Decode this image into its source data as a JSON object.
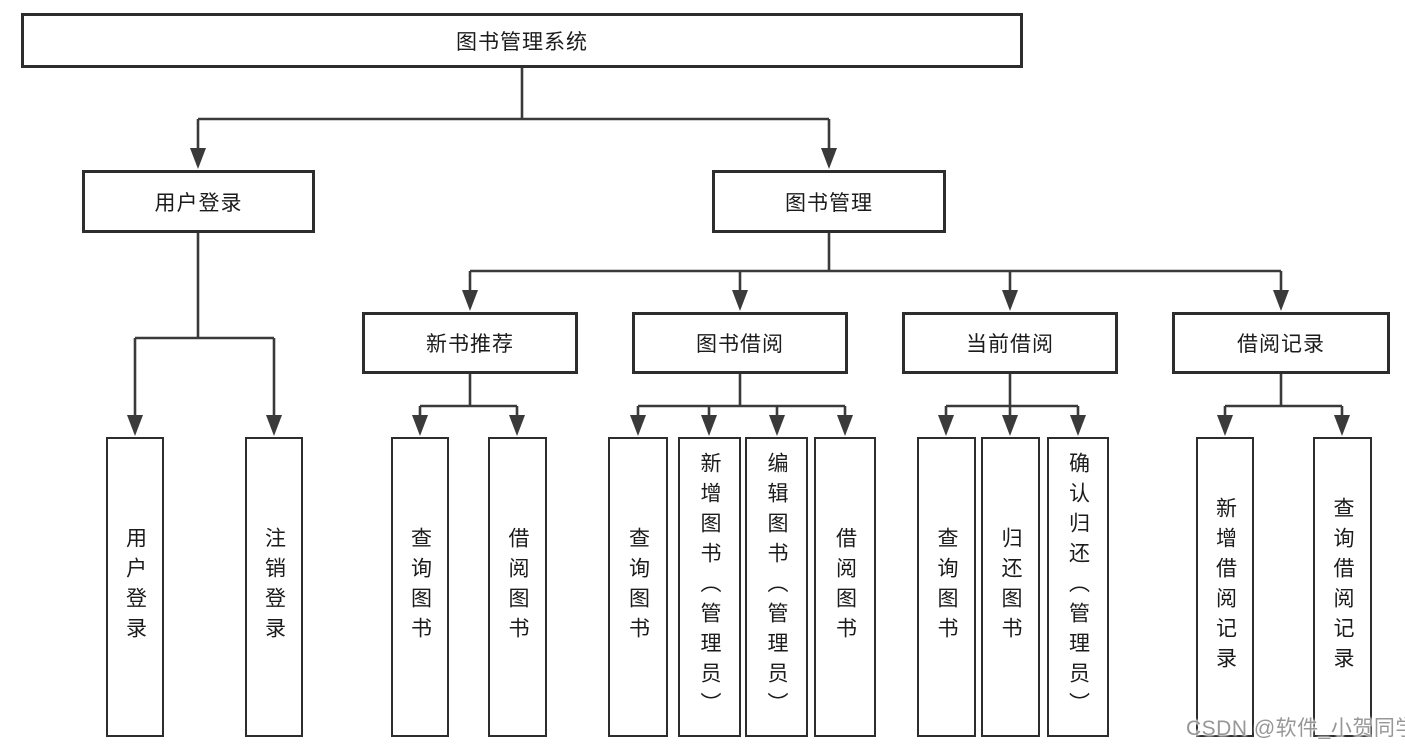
{
  "nodes": {
    "root": "图书管理系统",
    "user_login": "用户登录",
    "book_mgmt": "图书管理",
    "new_books": "新书推荐",
    "book_borrow": "图书借阅",
    "current_borrow": "当前借阅",
    "borrow_records": "借阅记录",
    "leaves": {
      "user_login_leaf": "用户登录",
      "logout": "注销登录",
      "nb_query": "查询图书",
      "nb_borrow": "借阅图书",
      "bb_query": "查询图书",
      "bb_add": "新增图书（管理员）",
      "bb_edit": "编辑图书（管理员）",
      "bb_borrow": "借阅图书",
      "cb_query": "查询图书",
      "cb_return": "归还图书",
      "cb_confirm": "确认归还（管理员）",
      "br_add": "新增借阅记录",
      "br_query": "查询借阅记录"
    }
  },
  "watermark": "CSDN @软件_小贺同学"
}
